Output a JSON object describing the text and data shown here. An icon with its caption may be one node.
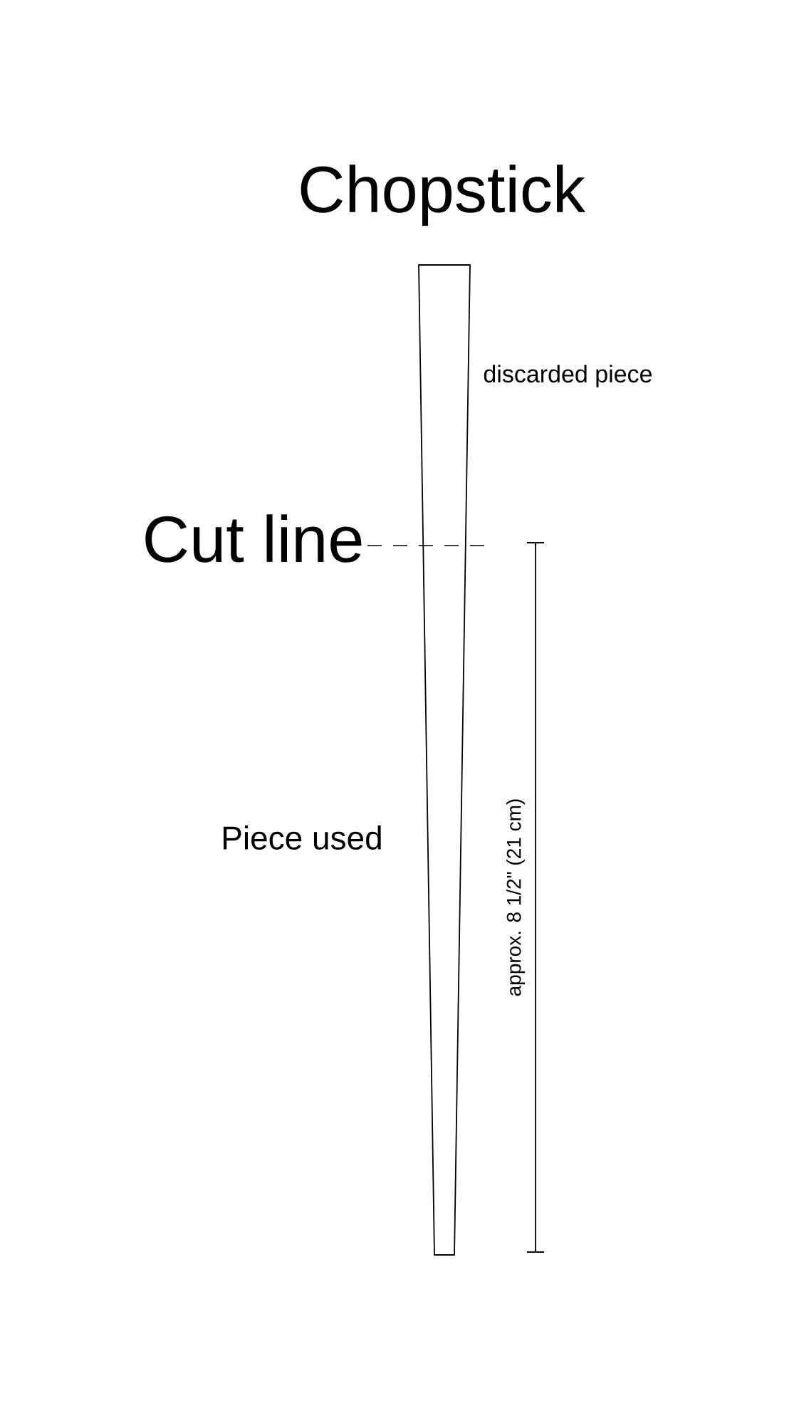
{
  "diagram": {
    "title": "Chopstick",
    "labels": [
      "discarded piece",
      "Cut line",
      "Piece used",
      "approx. 8 1/2\" (21 cm)"
    ]
  }
}
